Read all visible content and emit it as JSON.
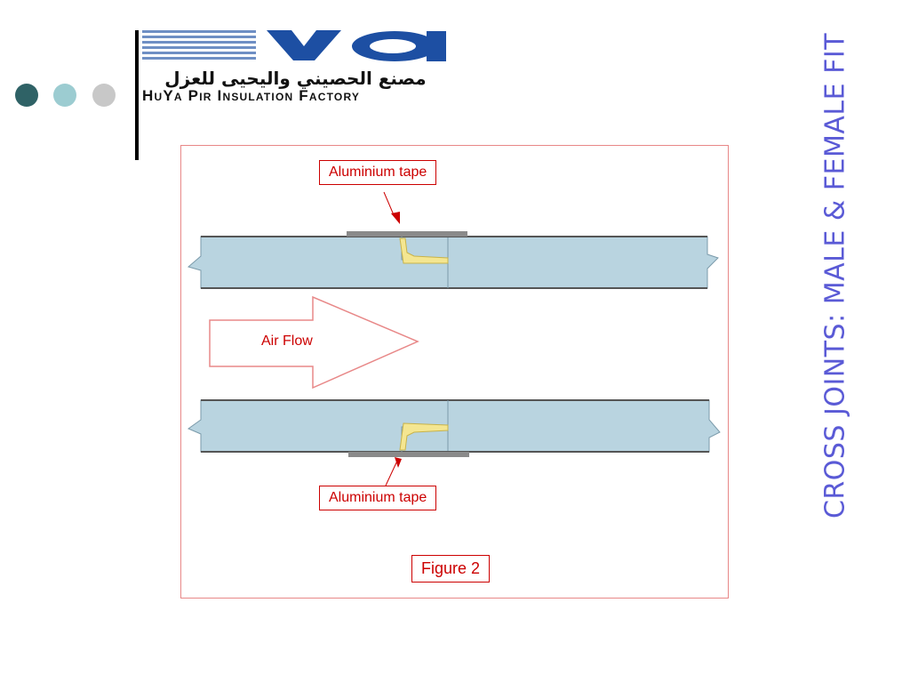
{
  "decor": {
    "dots": [
      {
        "name": "dot-dark-teal",
        "color": "#2f6266"
      },
      {
        "name": "dot-light-teal",
        "color": "#9cccd1"
      },
      {
        "name": "dot-grey",
        "color": "#c8c8c8"
      }
    ]
  },
  "logo": {
    "brand": "HuYa",
    "arabic": "مصنع الحصيني واليحيى للعزل",
    "english": "HuYa Pir Insulation Factory",
    "colors": {
      "blue": "#1d4fa3",
      "stripe": "#6f8fc4"
    }
  },
  "title": "CROSS JOINTS: MALE & FEMALE FIT",
  "diagram": {
    "top_tape_label": "Aluminium tape",
    "bottom_tape_label": "Aluminium tape",
    "airflow_label": "Air Flow",
    "figure_caption": "Figure 2",
    "colors": {
      "panel_fill": "#b9d4e0",
      "tape": "#8a8a8a",
      "sealant": "#f4e691",
      "label": "#cc0000",
      "frame": "#e88888",
      "title": "#5a5ad6"
    }
  }
}
